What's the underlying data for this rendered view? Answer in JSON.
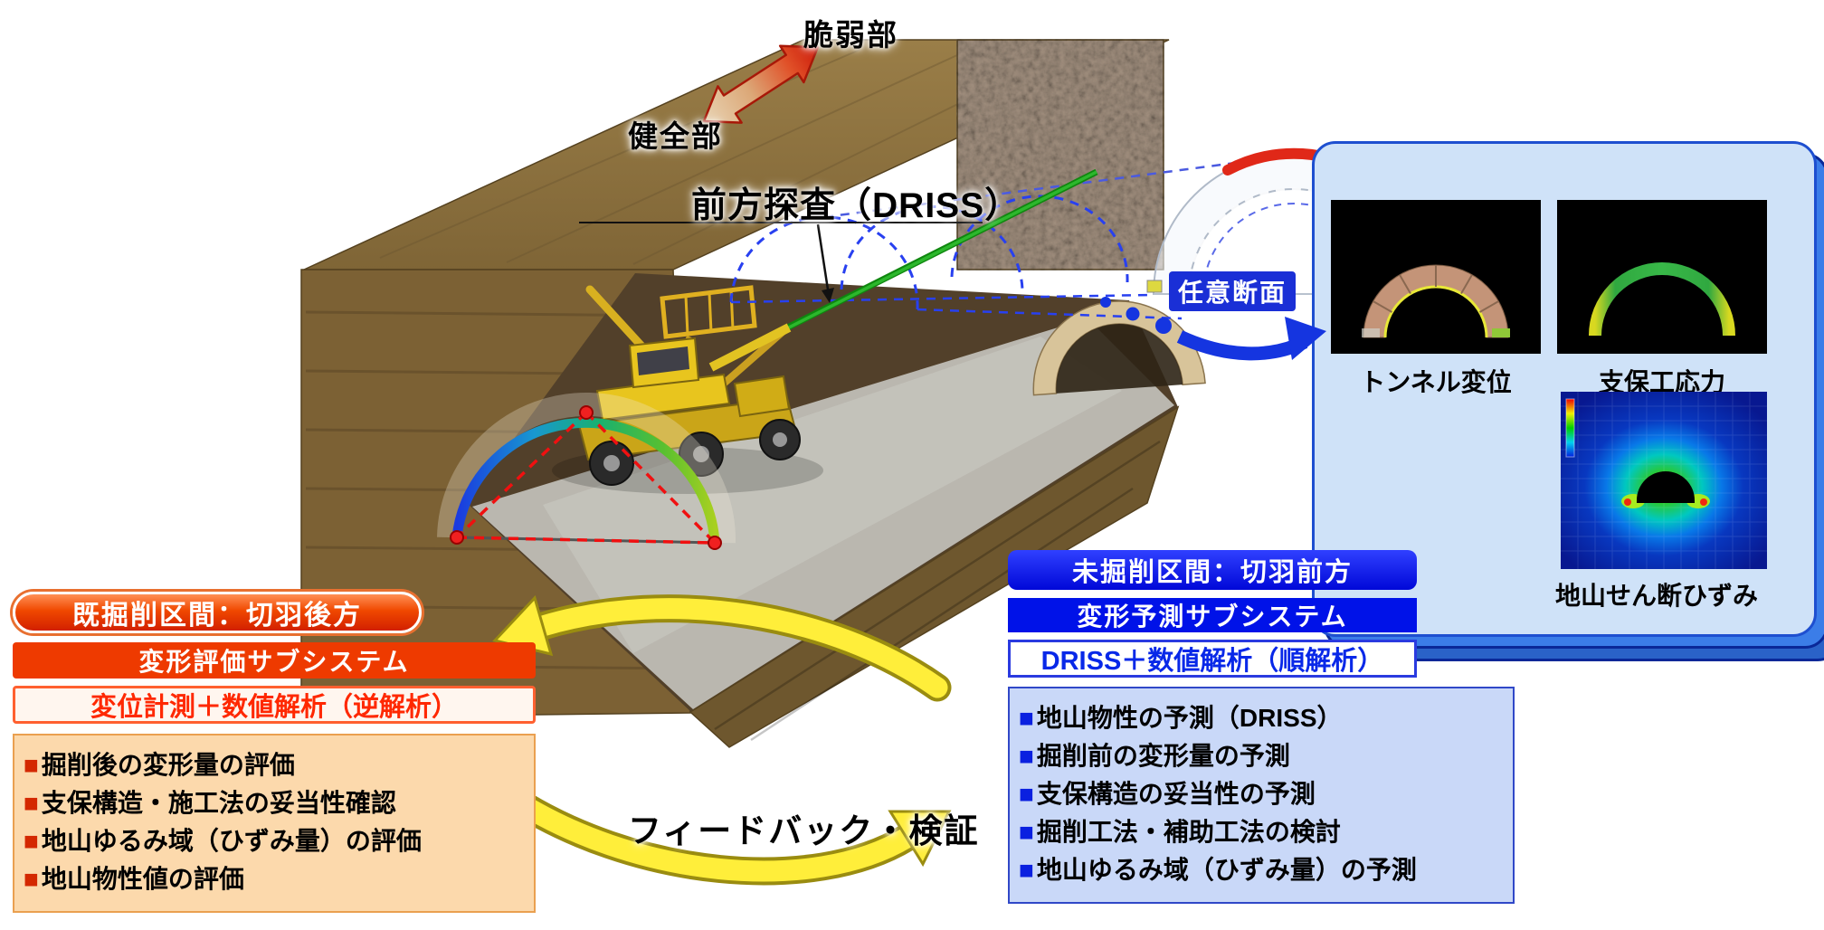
{
  "diagram": {
    "weak_zone_label": "脆弱部",
    "sound_zone_label": "健全部",
    "forward_probe_label": "前方探査（DRISS）",
    "arbitrary_section_label": "任意断面",
    "feedback_label": "フィードバック・検証"
  },
  "results_panel": {
    "images": [
      {
        "label": "トンネル変位"
      },
      {
        "label": "支保工応力"
      },
      {
        "label": "地山せん断ひずみ"
      }
    ]
  },
  "excavated_box": {
    "title": "既掘削区間：切羽後方",
    "subsystem": "変形評価サブシステム",
    "method": "変位計測＋数値解析（逆解析）",
    "bullet": "■",
    "items": [
      "掘削後の変形量の評価",
      "支保構造・施工法の妥当性確認",
      "地山ゆるみ域（ひずみ量）の評価",
      "地山物性値の評価"
    ]
  },
  "prediction_box": {
    "title": "未掘削区間：切羽前方",
    "subsystem": "変形予測サブシステム",
    "method": "DRISS＋数値解析（順解析）",
    "bullet": "■",
    "items": [
      "地山物性の予測（DRISS）",
      "掘削前の変形量の予測",
      "支保構造の妥当性の予測",
      "掘削工法・補助工法の検討",
      "地山ゆるみ域（ひずみ量）の予測"
    ]
  },
  "colors": {
    "excavated_accent": "#ee3a00",
    "prediction_accent": "#0a18e8",
    "panel_background": "#cfe2f8",
    "feedback_arrow_yellow": "#ffee3a",
    "driss_rod_green": "#18981a",
    "weak_zone_arrow_red": "#e02810",
    "measurement_red": "#f01010",
    "ground_brown": "#8c7040"
  }
}
